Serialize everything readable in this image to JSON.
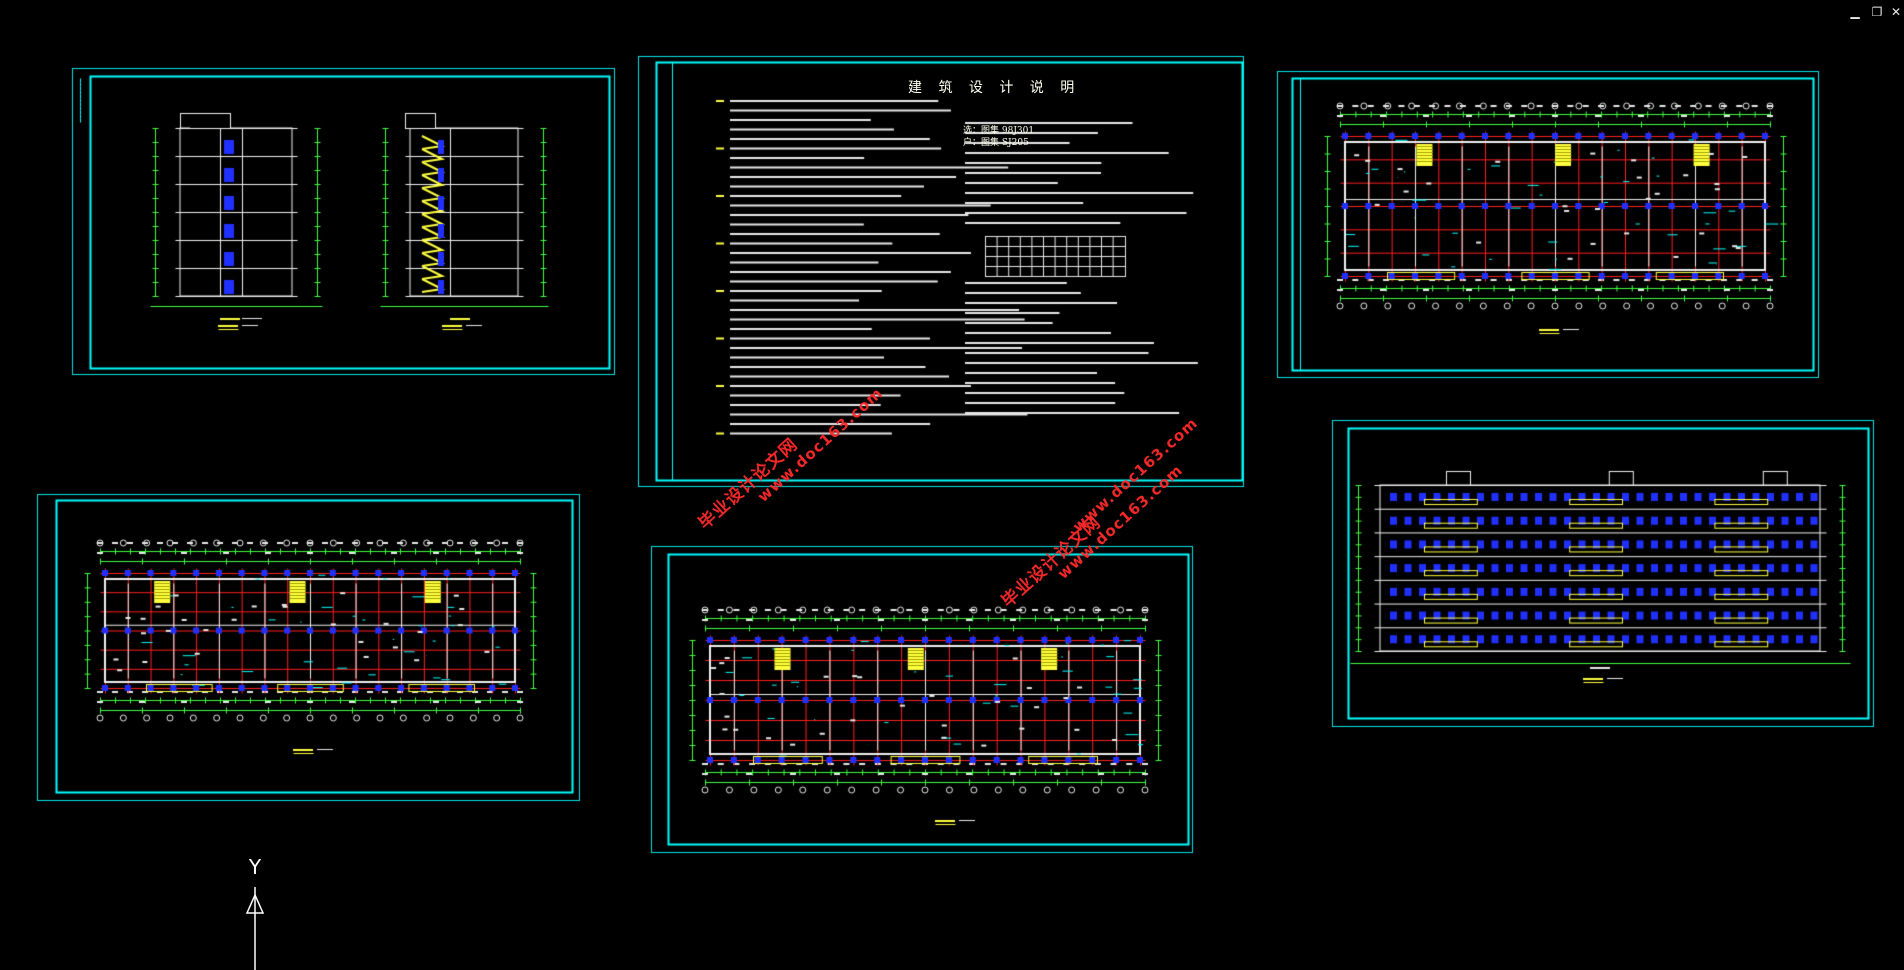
{
  "window": {
    "minimize_glyph": "▁",
    "restore_glyph": "❐",
    "close_glyph": "✕"
  },
  "sheets": {
    "design_notes": {
      "title": "建 筑 设 计 说 明",
      "std_ref_1": "选：图集 98J301",
      "std_ref_2": "户：图集 SJ205"
    }
  },
  "ucs": {
    "y_label": "Y"
  },
  "watermarks": [
    {
      "text": "毕业设计论文网",
      "site": "www.doc163.com"
    },
    {
      "text": "毕业设计论文网",
      "site": "www.doc163.com"
    },
    {
      "text": "www.doc163.com"
    }
  ],
  "colors": {
    "background": "#000000",
    "frame_outer": "#00e5e5",
    "frame_inner": "#00ffff",
    "grid_red": "#ff2020",
    "dim_green": "#40ff40",
    "wall_white": "#f0f0f0",
    "window_blue": "#2030ff",
    "stair_yellow": "#ffff40",
    "text_white": "#e8e8e8",
    "watermark_red": "#ff2a2a"
  }
}
